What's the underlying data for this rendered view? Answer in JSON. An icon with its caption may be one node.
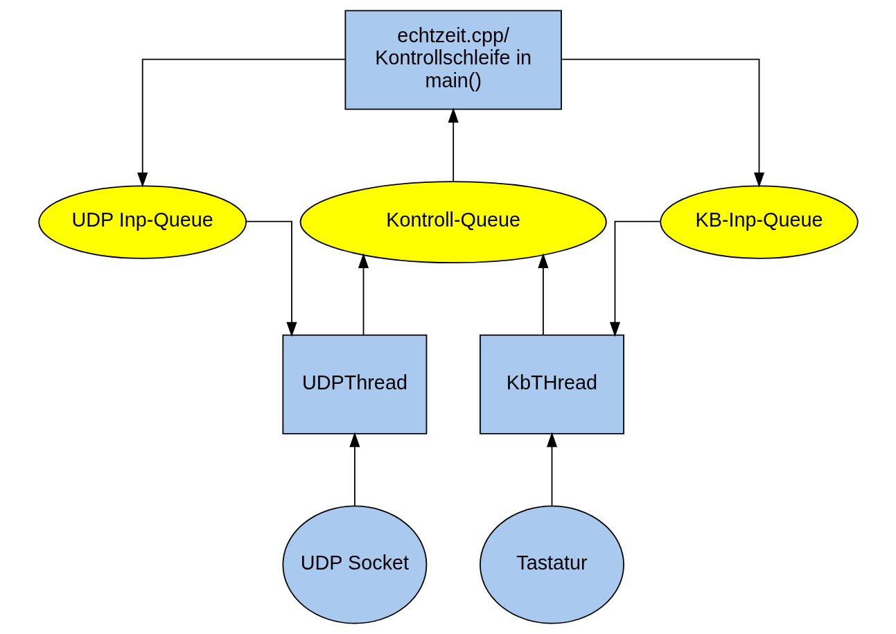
{
  "diagram": {
    "nodes": [
      {
        "text": [
          "echtzeit.cpp/ Kontrollschleife in main()"
        ]
      },
      {
        "text": [
          "KB-Inp-Queue"
        ]
      },
      {
        "text": [
          "Kontroll-Queue"
        ]
      },
      {
        "text": [
          "UDP Inp-Queue"
        ]
      },
      {
        "text": [
          "KbTHread"
        ]
      },
      {
        "text": [
          "UDPThread"
        ]
      },
      {
        "text": [
          "Tastatur"
        ]
      },
      {
        "text": [
          "UDP Socket"
        ]
      }
    ],
    "edges": [
      {
        "from": 0,
        "to": 1,
        "arrow": "to"
      },
      {
        "from": 0,
        "to": 3,
        "arrow": "to"
      },
      {
        "from": 2,
        "to": 0,
        "arrow": "to"
      },
      {
        "from": 1,
        "to": 4,
        "arrow": "to"
      },
      {
        "from": 4,
        "to": 2,
        "arrow": "to"
      },
      {
        "from": 5,
        "to": 2,
        "arrow": "to"
      },
      {
        "from": 3,
        "to": 5,
        "arrow": "to"
      },
      {
        "from": 6,
        "to": 4,
        "arrow": "to"
      },
      {
        "from": 7,
        "to": 5,
        "arrow": "to"
      }
    ]
  }
}
